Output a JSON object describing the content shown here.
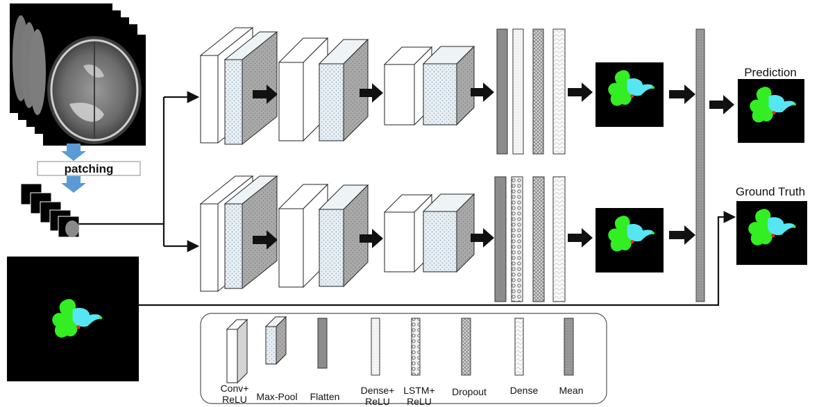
{
  "preprocess": {
    "patching_label": "patching"
  },
  "outputs": {
    "prediction_label": "Prediction",
    "ground_truth_label": "Ground Truth"
  },
  "legend": {
    "conv_relu": [
      "Conv+",
      "ReLU"
    ],
    "max_pool": "Max-Pool",
    "flatten": "Flatten",
    "dense_relu": [
      "Dense+",
      "ReLU"
    ],
    "lstm_relu": [
      "LSTM+",
      "ReLU"
    ],
    "dropout": "Dropout",
    "dense": "Dense",
    "mean": "Mean"
  },
  "colors": {
    "flatten_fill": "#8c8c8c",
    "mean_fill": "#9a9a9a",
    "maxpool_fill": "#e3edf2",
    "arrow_blue": "#5b9bd5",
    "tumor_green": "#33ee22",
    "tumor_cyan": "#55e6f2",
    "tumor_red": "#e03018"
  }
}
